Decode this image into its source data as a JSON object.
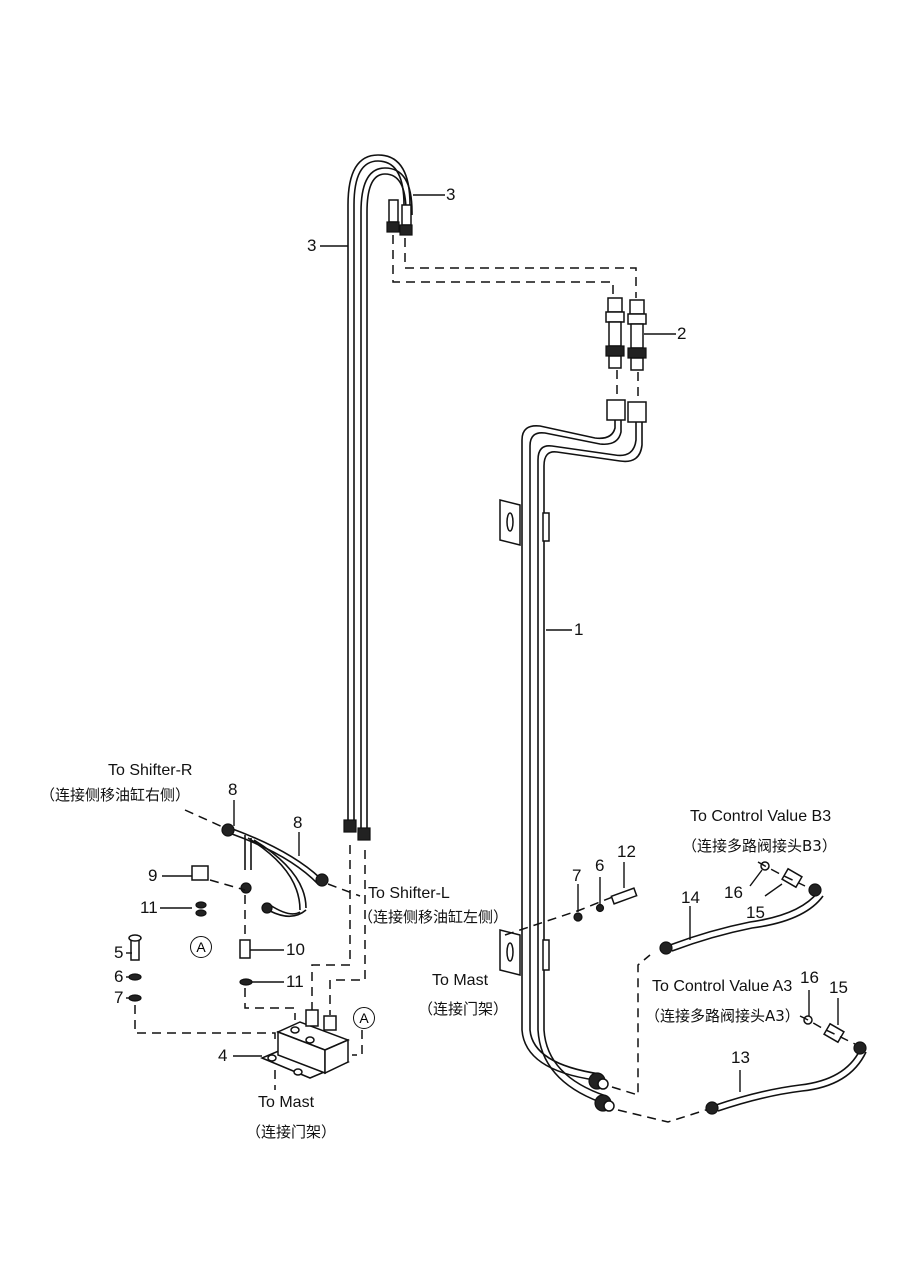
{
  "diagram": {
    "title": "Hydraulic piping diagram (side shifter lines)",
    "part_numbers": {
      "p1": "1",
      "p2": "2",
      "p3a": "3",
      "p3b": "3",
      "p4": "4",
      "p5": "5",
      "p6a": "6",
      "p6b": "6",
      "p7a": "7",
      "p7b": "7",
      "p8a": "8",
      "p8b": "8",
      "p9": "9",
      "p10": "10",
      "p11a": "11",
      "p11b": "11",
      "p12": "12",
      "p13": "13",
      "p14": "14",
      "p15a": "15",
      "p15b": "15",
      "p16a": "16",
      "p16b": "16"
    },
    "callouts": {
      "shifter_r_en": "To Shifter-R",
      "shifter_r_cn": "（连接侧移油缸右侧）",
      "shifter_l_en": "To Shifter-L",
      "shifter_l_cn": "（连接侧移油缸左侧）",
      "mast_mid_en": "To Mast",
      "mast_mid_cn": "（连接门架）",
      "mast_bottom_en": "To Mast",
      "mast_bottom_cn": "（连接门架）",
      "cv_b3_en": "To Control Value B3",
      "cv_b3_cn": "（连接多路阀接头B3）",
      "cv_a3_en": "To Control Value A3",
      "cv_a3_cn": "（连接多路阀接头A3）"
    },
    "reference_markers": {
      "a1": "A",
      "a2": "A"
    }
  }
}
